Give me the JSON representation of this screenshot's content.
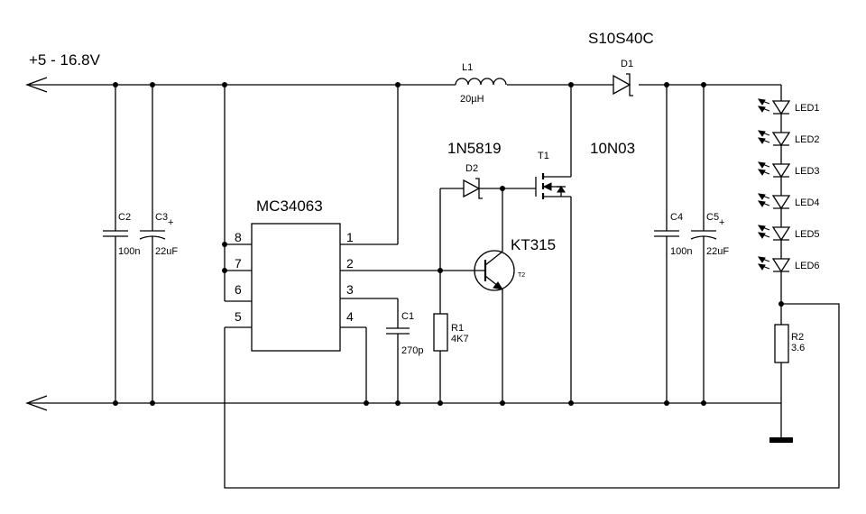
{
  "labels": {
    "supply": "+5 - 16.8V",
    "ic": "MC34063",
    "diode_d1_part": "S10S40C",
    "diode_d2_part": "1N5819",
    "mosfet_part": "10N03",
    "transistor_part": "KT315"
  },
  "refs": {
    "L1": "L1",
    "L1_val": "20µH",
    "D1": "D1",
    "D2": "D2",
    "T1": "T1",
    "T2": "T2",
    "C1": "C1",
    "C1_val": "270p",
    "C2": "C2",
    "C2_val": "100n",
    "C3": "C3",
    "C3_val": "22uF",
    "C4": "C4",
    "C4_val": "100n",
    "C5": "C5",
    "C5_val": "22uF",
    "R1": "R1",
    "R1_val": "4K7",
    "R2": "R2",
    "R2_val": "3.6",
    "plus": "+"
  },
  "pins": [
    "1",
    "2",
    "3",
    "4",
    "5",
    "6",
    "7",
    "8"
  ],
  "leds": [
    "LED1",
    "LED2",
    "LED3",
    "LED4",
    "LED5",
    "LED6"
  ]
}
